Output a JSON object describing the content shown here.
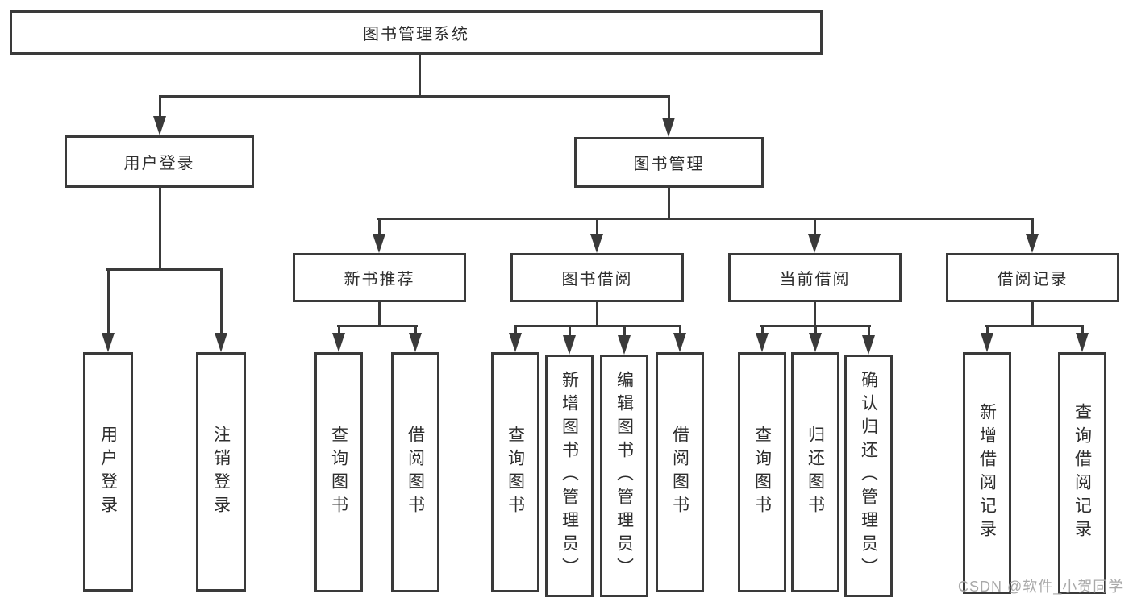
{
  "colors": {
    "line": "#3a3a3a",
    "text": "#2e2e2e",
    "watermark": "#a9a9a9",
    "background": "#ffffff"
  },
  "watermark": {
    "text": "CSDN @软件_小贺同学"
  },
  "tree": {
    "root": {
      "label": "图书管理系统"
    },
    "branches": [
      {
        "label": "用户登录",
        "children": [
          {
            "label": "用户登录"
          },
          {
            "label": "注销登录"
          }
        ]
      },
      {
        "label": "图书管理",
        "children": [
          {
            "label": "新书推荐",
            "children": [
              {
                "label": "查询图书"
              },
              {
                "label": "借阅图书"
              }
            ]
          },
          {
            "label": "图书借阅",
            "children": [
              {
                "label": "查询图书"
              },
              {
                "label": "新增图书（管理员）"
              },
              {
                "label": "编辑图书（管理员）"
              },
              {
                "label": "借阅图书"
              }
            ]
          },
          {
            "label": "当前借阅",
            "children": [
              {
                "label": "查询图书"
              },
              {
                "label": "归还图书"
              },
              {
                "label": "确认归还（管理员）"
              }
            ]
          },
          {
            "label": "借阅记录",
            "children": [
              {
                "label": "新增借阅记录"
              },
              {
                "label": "查询借阅记录"
              }
            ]
          }
        ]
      }
    ]
  }
}
